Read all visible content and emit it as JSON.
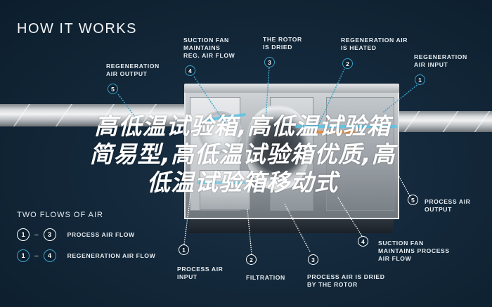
{
  "header": {
    "title": "HOW IT WORKS"
  },
  "colors": {
    "background": "#13283a",
    "regeneration_accent": "#3ba3c9",
    "process_accent": "#ffffff",
    "heated_flow": "#ec8a35",
    "cool_flow": "#59c4e6"
  },
  "regeneration_steps": [
    {
      "number": "1",
      "label": "REGENERATION\nAIR INPUT"
    },
    {
      "number": "2",
      "label": "REGENERATION AIR\nIS HEATED"
    },
    {
      "number": "3",
      "label": "THE ROTOR\nIS DRIED"
    },
    {
      "number": "4",
      "label": "SUCTION FAN\nMAINTAINS\nREG. AIR FLOW"
    },
    {
      "number": "5",
      "label": "REGENERATION\nAIR OUTPUT"
    }
  ],
  "process_steps": [
    {
      "number": "1",
      "label": "PROCESS AIR\nINPUT"
    },
    {
      "number": "2",
      "label": "FILTRATION"
    },
    {
      "number": "3",
      "label": "PROCESS AIR IS DRIED\nBY THE ROTOR"
    },
    {
      "number": "4",
      "label": "SUCTION FAN\nMAINTAINS PROCESS\nAIR FLOW"
    },
    {
      "number": "5",
      "label": "PROCESS AIR\nOUTPUT"
    }
  ],
  "legend": {
    "title": "TWO FLOWS OF AIR",
    "rows": [
      {
        "from": "1",
        "dash": "–",
        "to": "3",
        "label": "PROCESS AIR FLOW",
        "style": "white"
      },
      {
        "from": "1",
        "dash": "–",
        "to": "4",
        "label": "REGENERATION AIR FLOW",
        "style": "blue"
      }
    ]
  },
  "watermark": {
    "line1": "高低温试验箱,高低温试验箱",
    "line2": "简易型,高低温试验箱优质,高",
    "line3": "低温试验箱移动式"
  }
}
